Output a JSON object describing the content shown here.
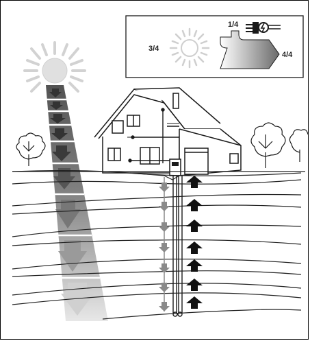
{
  "legend": {
    "fraction_electric": "1/4",
    "fraction_ambient": "3/4",
    "fraction_output": "4/4",
    "icons": [
      "sun-icon",
      "electric-motor-icon",
      "energy-arrow-icon"
    ]
  },
  "scene": {
    "icons": [
      "sun-icon",
      "house-icon",
      "tree-icon",
      "heat-pump-unit-icon",
      "borehole-pipe-icon",
      "ground-layers-icon"
    ]
  },
  "colors": {
    "outline": "#1a1a1a",
    "down_arrow": "#8a8a8a",
    "up_arrow": "#111111",
    "ground_line": "#222222"
  }
}
